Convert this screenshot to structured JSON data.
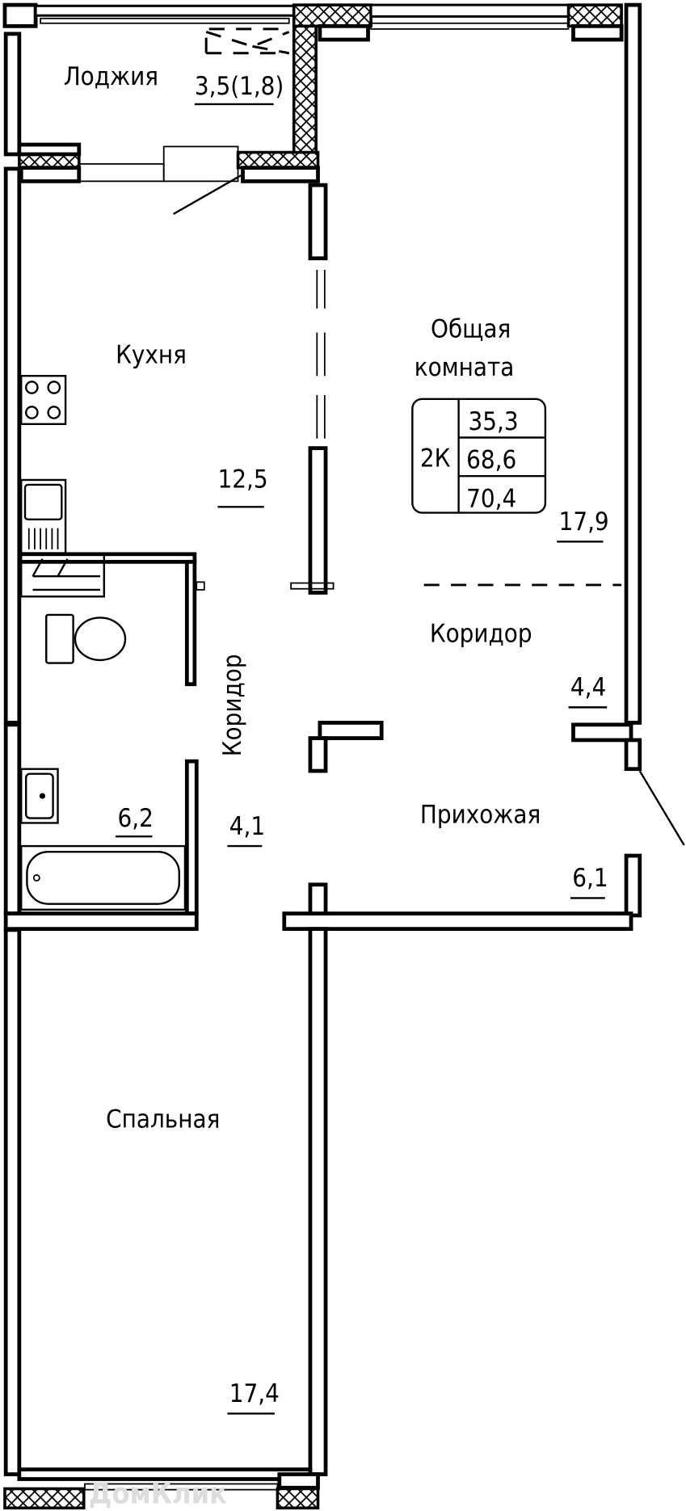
{
  "rooms": {
    "loggia": {
      "name": "Лоджия",
      "area": "3,5(1,8)"
    },
    "kitchen": {
      "name": "Кухня",
      "area": "12,5"
    },
    "living": {
      "name_line1": "Общая",
      "name_line2": "комната",
      "area": "17,9"
    },
    "corridor_right": {
      "name": "Коридор",
      "area": "4,4"
    },
    "corridor_left": {
      "name": "Коридор",
      "area": "4,1"
    },
    "hall": {
      "name": "Прихожая",
      "area": "6,1"
    },
    "bathroom": {
      "area": "6,2"
    },
    "bedroom": {
      "name": "Спальная",
      "area": "17,4"
    }
  },
  "summary": {
    "type": "2К",
    "living_area": "35,3",
    "total_area": "68,6",
    "total_with_loggia": "70,4"
  },
  "watermark": "ДомКлик"
}
